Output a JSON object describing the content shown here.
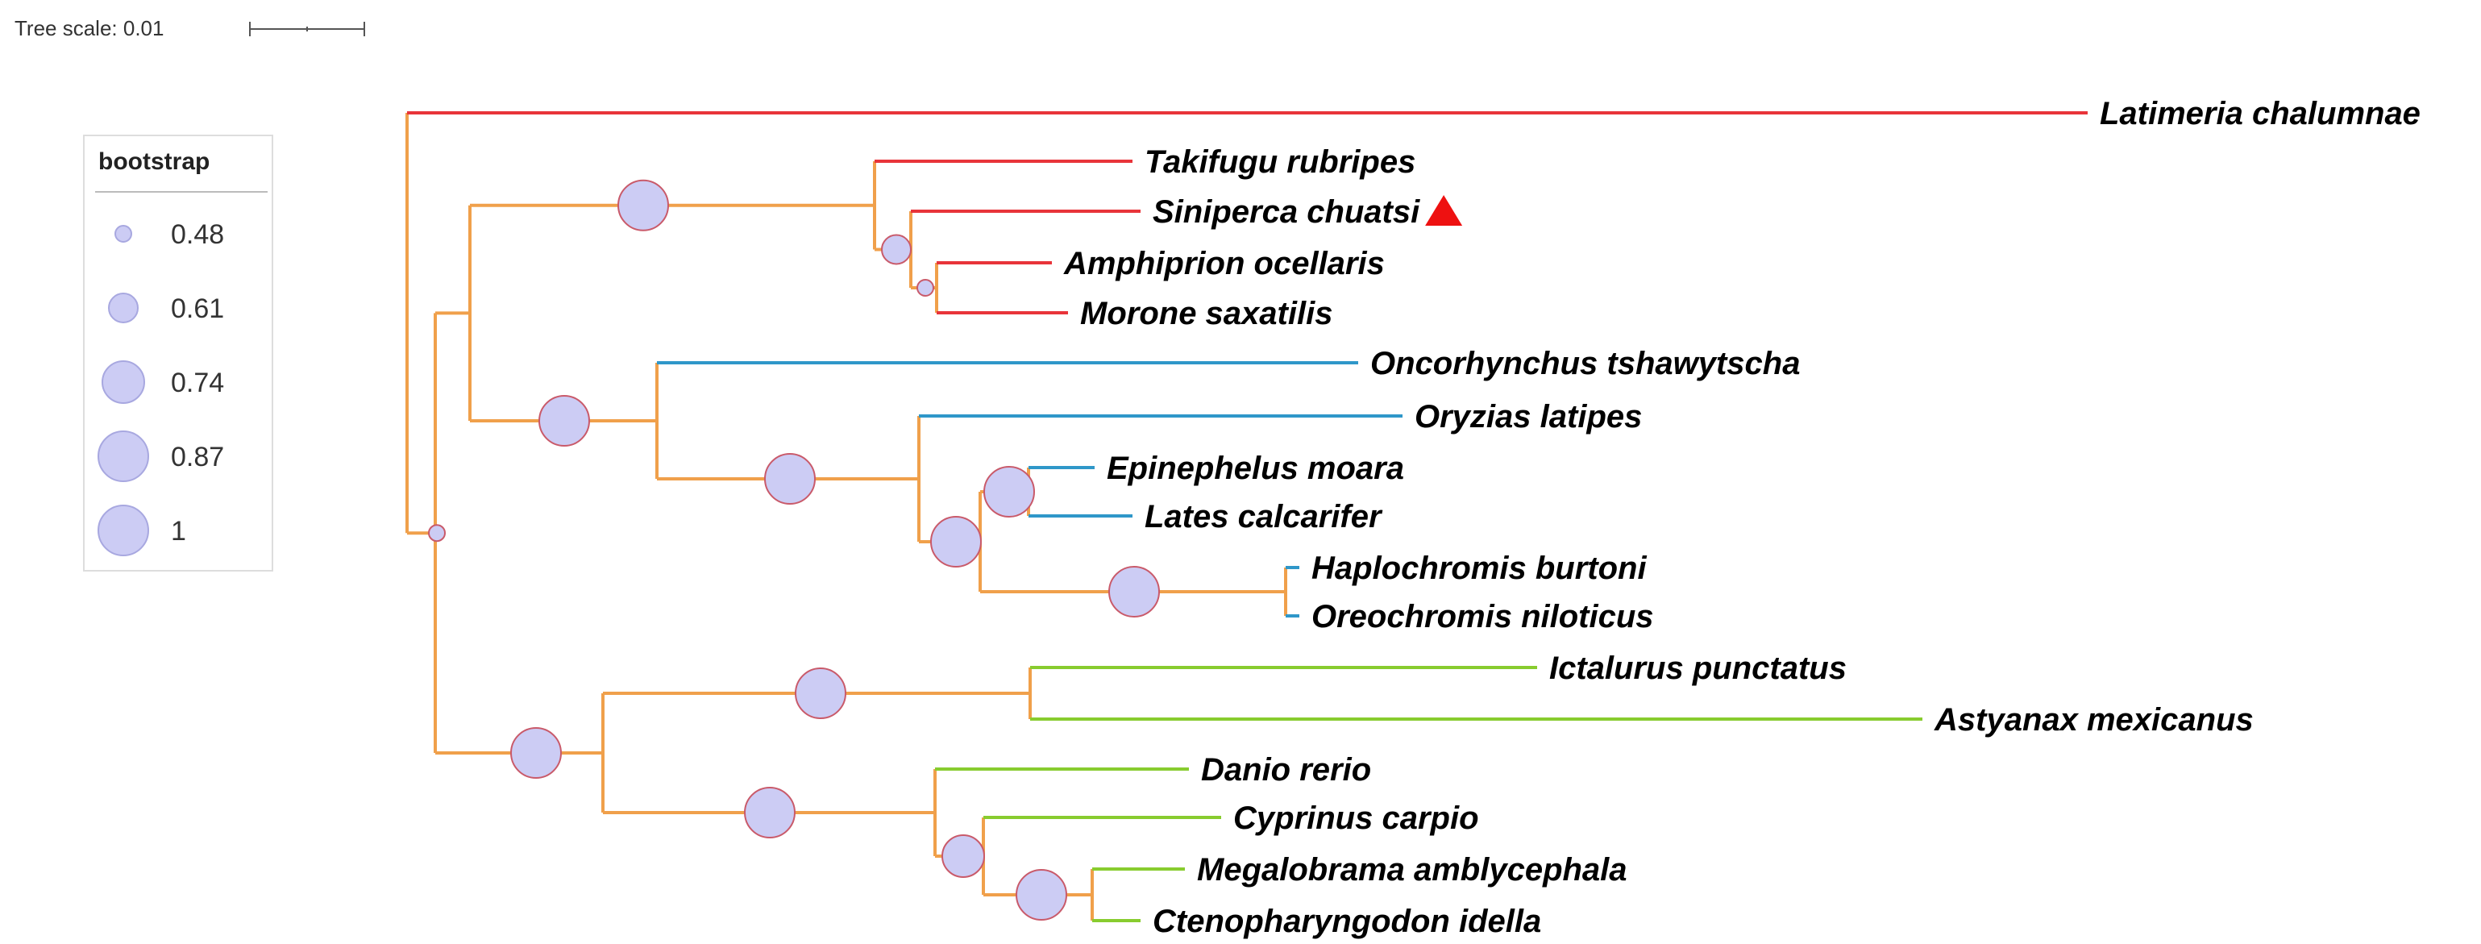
{
  "scale": {
    "label": "Tree scale: 0.01"
  },
  "legend": {
    "title": "bootstrap",
    "values": [
      "0.48",
      "0.61",
      "0.74",
      "0.87",
      "1"
    ]
  },
  "colors": {
    "internal": "#f0a04b",
    "red_clade": "#e8343a",
    "blue_clade": "#2f97c9",
    "green_clade": "#88cc2f",
    "bubble_fill": "#ccccf4",
    "bubble_stroke": "#c95a6a",
    "marker": "#ee1111"
  },
  "marker": {
    "shape": "triangle",
    "attached_to": "Siniperca chuatsi"
  },
  "tree": {
    "id": "root",
    "children": [
      {
        "id": "latimeria",
        "name": "Latimeria chalumnae",
        "clade": "red"
      },
      {
        "id": "n_rest",
        "support": 0.48,
        "children": [
          {
            "id": "n_blue_red",
            "children": [
              {
                "id": "n_red",
                "support": 1,
                "children": [
                  {
                    "id": "takifugu",
                    "name": "Takifugu rubripes",
                    "clade": "red"
                  },
                  {
                    "id": "n_sini",
                    "support": 0.61,
                    "children": [
                      {
                        "id": "siniperca",
                        "name": "Siniperca chuatsi",
                        "clade": "red"
                      },
                      {
                        "id": "n_amph",
                        "support": 0.48,
                        "children": [
                          {
                            "id": "amphiprion",
                            "name": "Amphiprion ocellaris",
                            "clade": "red"
                          },
                          {
                            "id": "morone",
                            "name": "Morone saxatilis",
                            "clade": "red"
                          }
                        ]
                      }
                    ]
                  }
                ]
              },
              {
                "id": "n_blue",
                "support": 1,
                "children": [
                  {
                    "id": "oncorhynchus",
                    "name": "Oncorhynchus tshawytscha",
                    "clade": "blue"
                  },
                  {
                    "id": "n_b2",
                    "support": 1,
                    "children": [
                      {
                        "id": "oryzias",
                        "name": "Oryzias latipes",
                        "clade": "blue"
                      },
                      {
                        "id": "n_b3",
                        "support": 0.87,
                        "children": [
                          {
                            "id": "n_epi",
                            "support": 0.87,
                            "children": [
                              {
                                "id": "epinephelus",
                                "name": "Epinephelus moara",
                                "clade": "blue"
                              },
                              {
                                "id": "lates",
                                "name": "Lates calcarifer",
                                "clade": "blue"
                              }
                            ]
                          },
                          {
                            "id": "n_cich",
                            "support": 1,
                            "children": [
                              {
                                "id": "haplochromis",
                                "name": "Haplochromis burtoni",
                                "clade": "blue"
                              },
                              {
                                "id": "oreochromis",
                                "name": "Oreochromis niloticus",
                                "clade": "blue"
                              }
                            ]
                          }
                        ]
                      }
                    ]
                  }
                ]
              }
            ]
          },
          {
            "id": "n_green",
            "support": 0.87,
            "children": [
              {
                "id": "n_g1",
                "support": 0.87,
                "children": [
                  {
                    "id": "ictalurus",
                    "name": "Ictalurus punctatus",
                    "clade": "green"
                  },
                  {
                    "id": "astyanax",
                    "name": "Astyanax mexicanus",
                    "clade": "green"
                  }
                ]
              },
              {
                "id": "n_g2",
                "support": 1,
                "children": [
                  {
                    "id": "danio",
                    "name": "Danio rerio",
                    "clade": "green"
                  },
                  {
                    "id": "n_g3",
                    "support": 0.74,
                    "children": [
                      {
                        "id": "cyprinus",
                        "name": "Cyprinus carpio",
                        "clade": "green"
                      },
                      {
                        "id": "n_g4",
                        "support": 1,
                        "children": [
                          {
                            "id": "megalobrama",
                            "name": "Megalobrama amblycephala",
                            "clade": "green"
                          },
                          {
                            "id": "ctenopharyngodon",
                            "name": "Ctenopharyngodon idella",
                            "clade": "green"
                          }
                        ]
                      }
                    ]
                  }
                ]
              }
            ]
          }
        ]
      }
    ]
  }
}
